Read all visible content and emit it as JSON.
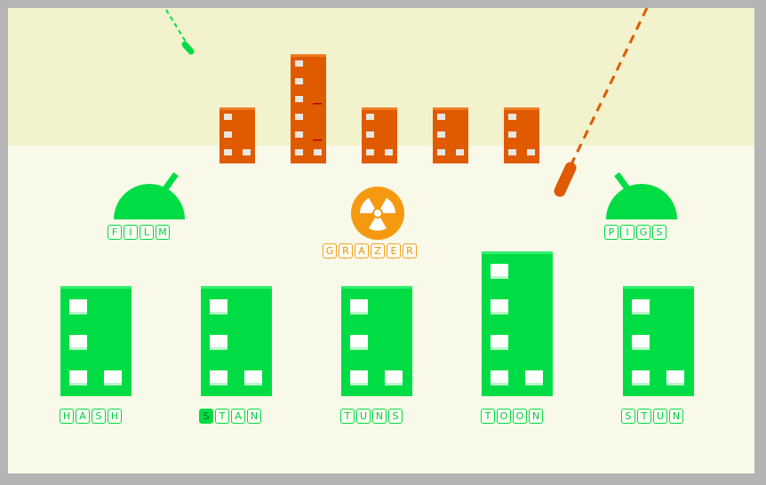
{
  "colors": {
    "sky": "#f2f2cc",
    "ground": "#f8f9e8",
    "player_green": "#00dd44",
    "enemy_orange": "#e05a00",
    "bomb_orange": "#f59a10"
  },
  "turrets": [
    {
      "word": "FILM",
      "letters": [
        "F",
        "I",
        "L",
        "M"
      ]
    },
    {
      "word": "PIGS",
      "letters": [
        "P",
        "I",
        "G",
        "S"
      ]
    }
  ],
  "bomb": {
    "icon": "radiation-icon",
    "word": "GRAZER",
    "letters": [
      "G",
      "R",
      "A",
      "Z",
      "E",
      "R"
    ]
  },
  "cities": [
    {
      "word": "HASH",
      "letters": [
        "H",
        "A",
        "S",
        "H"
      ],
      "typed": 0
    },
    {
      "word": "STAN",
      "letters": [
        "S",
        "T",
        "A",
        "N"
      ],
      "typed": 1
    },
    {
      "word": "TUNS",
      "letters": [
        "T",
        "U",
        "N",
        "S"
      ],
      "typed": 0
    },
    {
      "word": "TOON",
      "letters": [
        "T",
        "O",
        "O",
        "N"
      ],
      "typed": 0
    },
    {
      "word": "STUN",
      "letters": [
        "S",
        "T",
        "U",
        "N"
      ],
      "typed": 0
    }
  ],
  "enemy_buildings_count": 5
}
